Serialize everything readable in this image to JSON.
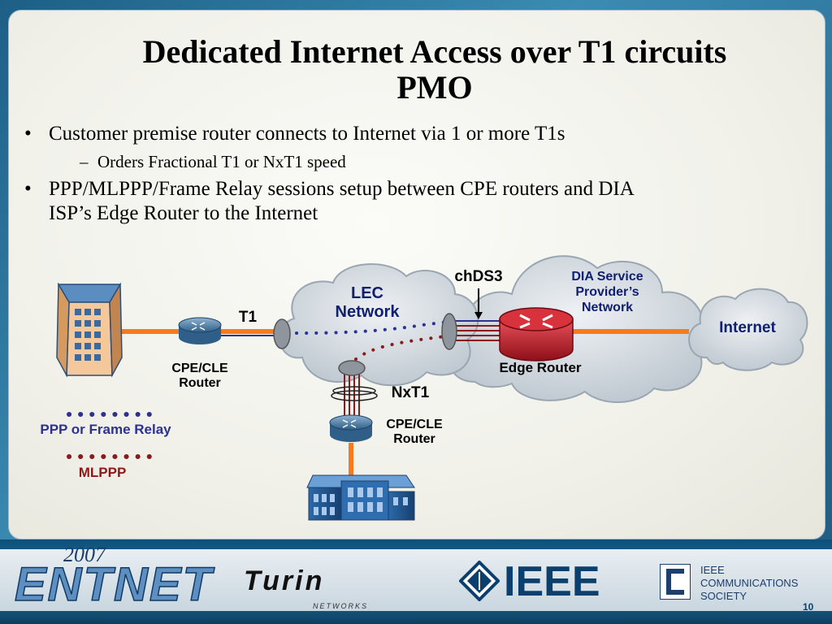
{
  "slide": {
    "title_line1": "Dedicated Internet Access over T1 circuits",
    "title_line2": "PMO",
    "bullets": [
      {
        "text": "Customer premise router connects to Internet via 1 or more T1s",
        "sub": [
          "Orders Fractional T1 or NxT1 speed"
        ]
      },
      {
        "text_line1": "PPP/MLPPP/Frame Relay sessions setup between CPE routers and DIA",
        "text_line2": "ISP’s Edge Router to the Internet"
      }
    ],
    "bullet_symbol": "•",
    "sub_symbol": "–",
    "page_number": "10"
  },
  "diagram": {
    "lec_cloud_line1": "LEC",
    "lec_cloud_line2": "Network",
    "dia_cloud_line1": "DIA Service",
    "dia_cloud_line2": "Provider’s",
    "dia_cloud_line3": "Network",
    "internet_label": "Internet",
    "chds3_label": "chDS3",
    "t1_label": "T1",
    "nxt1_label": "NxT1",
    "edge_router_label": "Edge Router",
    "cpe_left_line1": "CPE/CLE",
    "cpe_left_line2": "Router",
    "cpe_bottom_line1": "CPE/CLE",
    "cpe_bottom_line2": "Router",
    "legend": [
      {
        "label": "PPP or Frame Relay",
        "color": "#2c3192"
      },
      {
        "label": "MLPPP",
        "color": "#8b1a1a"
      }
    ],
    "colors": {
      "link": "#f47b20",
      "ppp": "#2c3192",
      "mlppp": "#8b1a1a",
      "router": "#4a7ca6",
      "edge_router": "#c41e2a"
    }
  },
  "footer": {
    "year": "2007",
    "brand": "ENTNET",
    "city": "Turin",
    "networks": "NETWORKS",
    "ieee": "IEEE",
    "comsoc_line1": "IEEE",
    "comsoc_line2": "COMMUNICATIONS",
    "comsoc_line3": "SOCIETY"
  }
}
